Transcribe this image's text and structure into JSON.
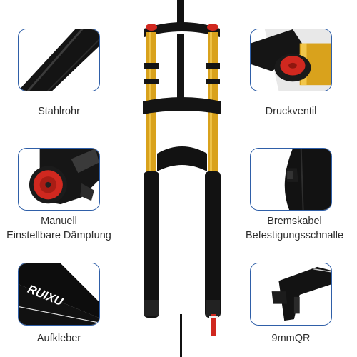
{
  "features": [
    {
      "label": "Stahlrohr"
    },
    {
      "label": "Druckventil"
    },
    {
      "label_line1": "Manuell",
      "label_line2": "Einstellbare Dämpfung"
    },
    {
      "label_line1": "Bremskabel",
      "label_line2": "Befestigungsschnalle"
    },
    {
      "label": "Aufkleber",
      "decal_text": "RUIXU"
    },
    {
      "label": "9mmQR"
    }
  ],
  "colors": {
    "frame_border": "#2f5fa8",
    "stanchion_gold": "#d9a21c",
    "fork_black": "#121212",
    "valve_red": "#d0281f"
  }
}
